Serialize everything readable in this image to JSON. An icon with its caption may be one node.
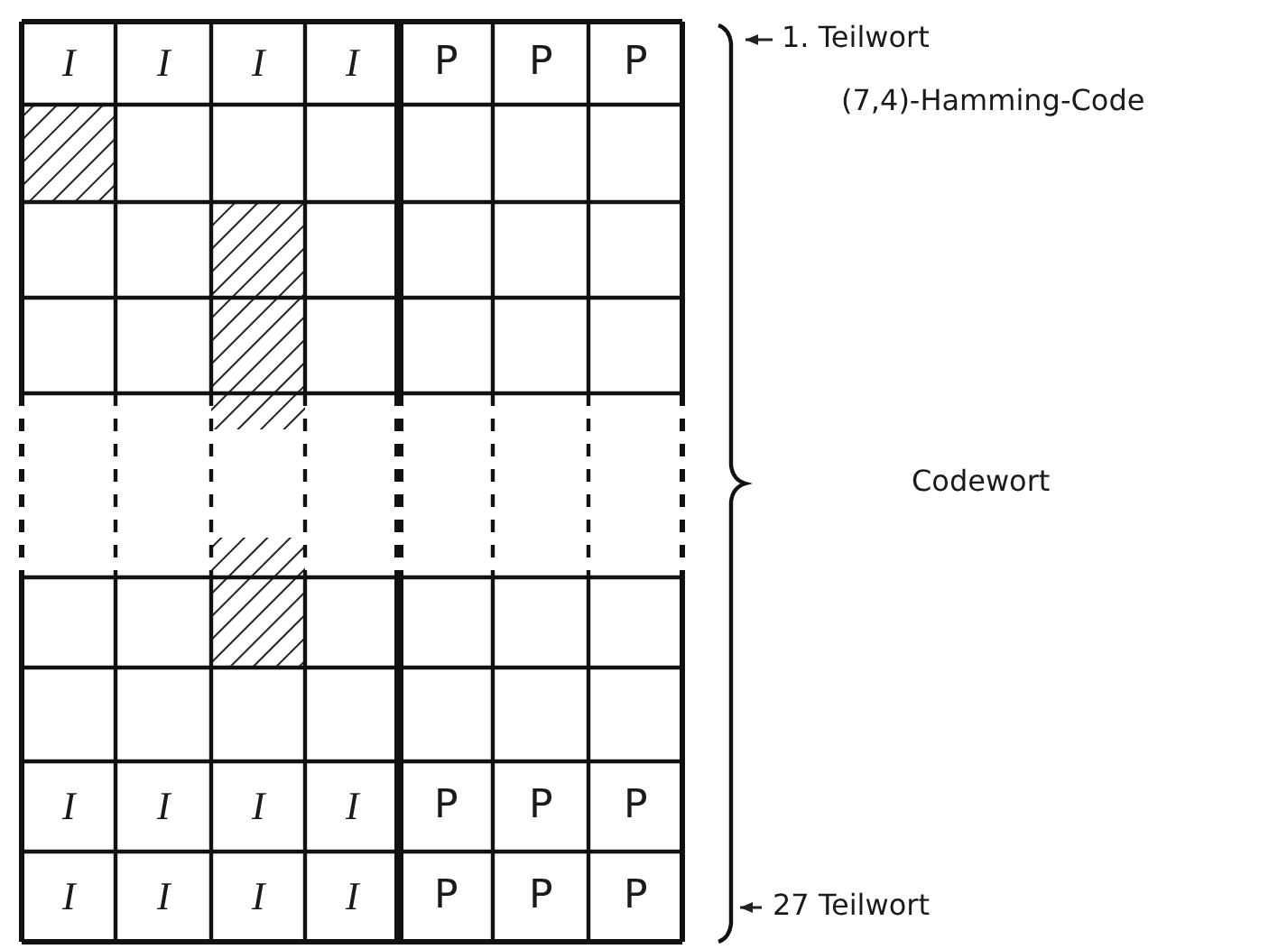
{
  "diagram": {
    "labels": [
      "I",
      "I",
      "I",
      "I",
      "P",
      "P",
      "P",
      "1. Teilwort",
      "(7,4)-Hamming-Code",
      "Codewort",
      "I",
      "I",
      "I",
      "I",
      "P",
      "P",
      "P",
      "I",
      "I",
      "I",
      "I",
      "P",
      "P",
      "P",
      "27 Teilwort"
    ]
  }
}
